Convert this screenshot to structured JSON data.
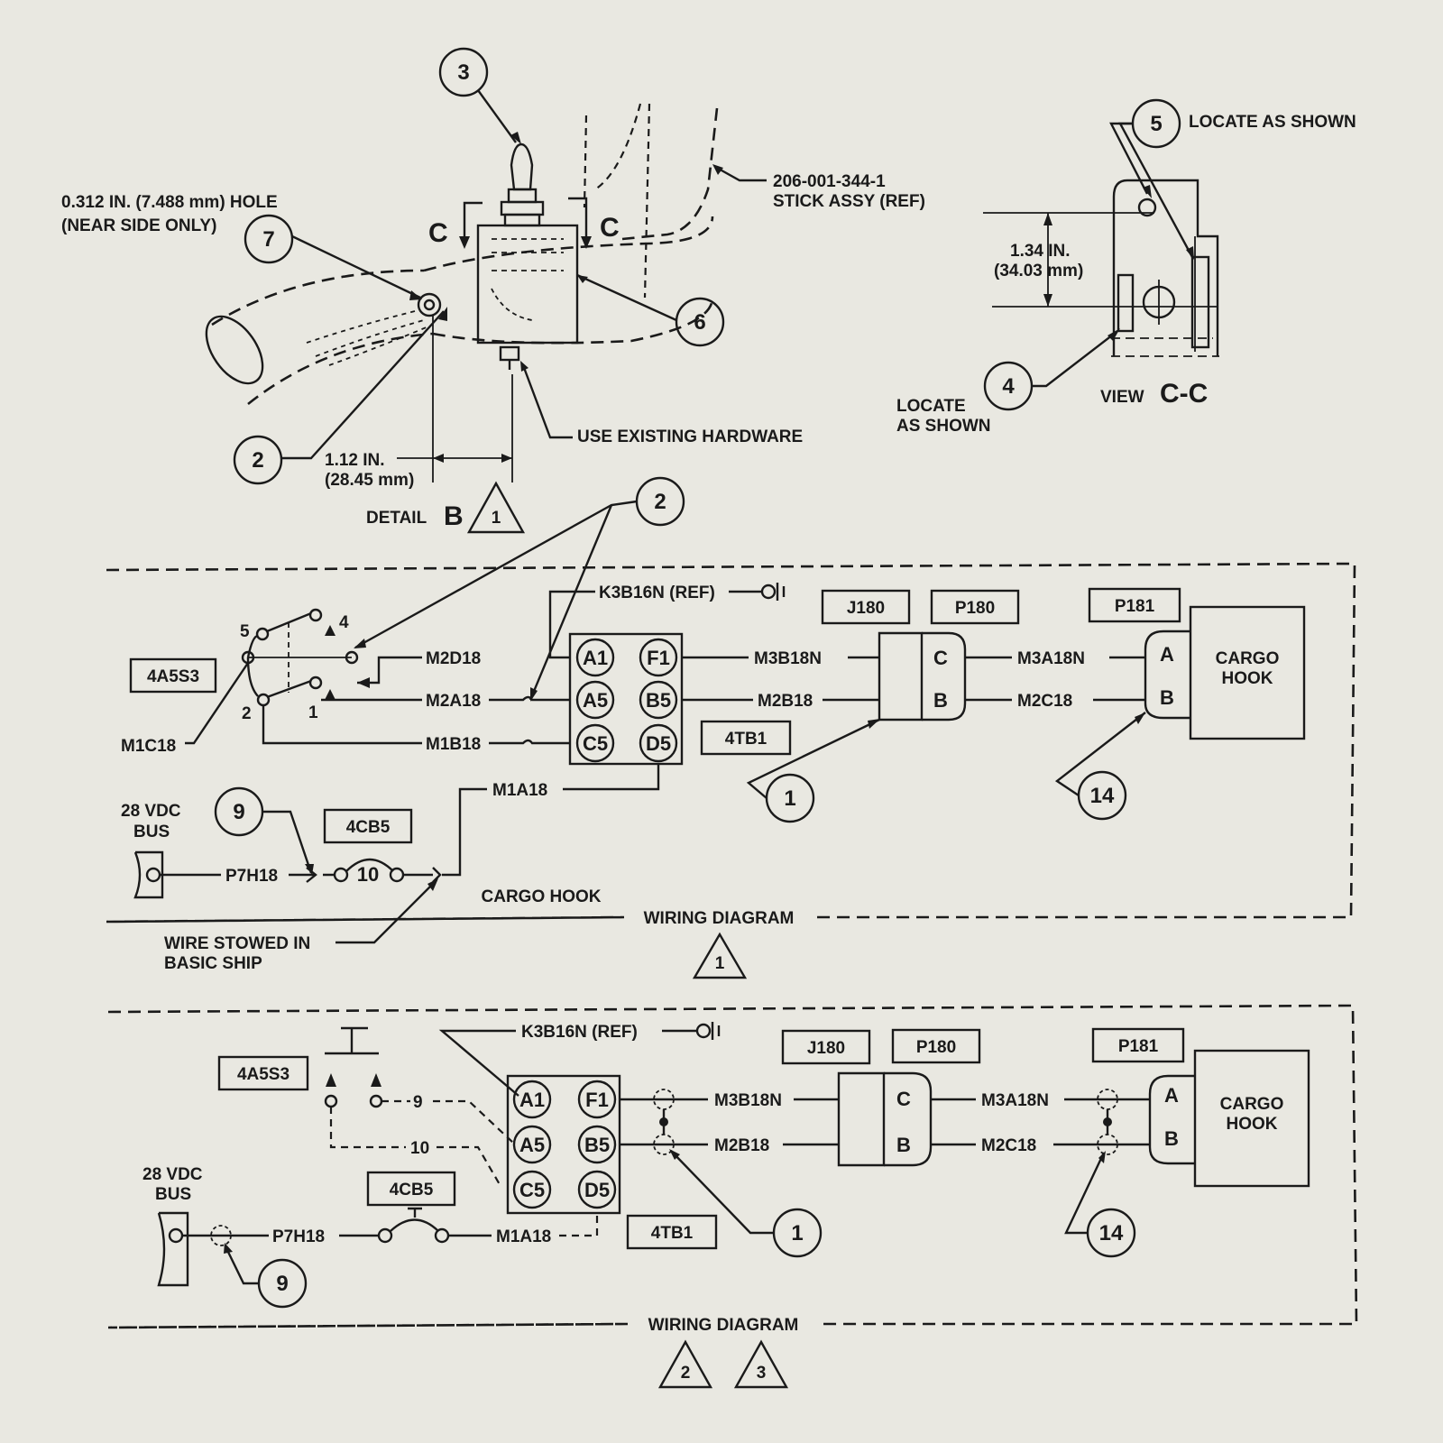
{
  "detail_b": {
    "hole_label_1": "0.312 IN. (7.488 mm) HOLE",
    "hole_label_2": "(NEAR SIDE ONLY)",
    "stick_part": "206-001-344-1",
    "stick_label": "STICK ASSY (REF)",
    "section_letter": "C",
    "hardware_label": "USE EXISTING HARDWARE",
    "dim_1": "1.12 IN.",
    "dim_2": "(28.45 mm)",
    "detail_label": "DETAIL",
    "detail_letter": "B",
    "callouts": {
      "c3": "3",
      "c7": "7",
      "c2": "2",
      "c6": "6"
    },
    "note_flag": "1"
  },
  "view_cc": {
    "locate_top": "LOCATE AS SHOWN",
    "dim_1": "1.34 IN.",
    "dim_2": "(34.03 mm)",
    "locate_bottom_1": "LOCATE",
    "locate_bottom_2": "AS SHOWN",
    "view_label": "VIEW",
    "view_letters": "C-C",
    "callouts": {
      "c5": "5",
      "c4": "4"
    }
  },
  "wiring_1": {
    "title": "WIRING DIAGRAM",
    "subtitle": "CARGO HOOK",
    "note_flag": "1",
    "switch_id": "4A5S3",
    "switch_pins": {
      "p5": "5",
      "p4": "4",
      "p2": "2",
      "p1": "1"
    },
    "wires": {
      "m2d18": "M2D18",
      "m2a18": "M2A18",
      "m1b18": "M1B18",
      "m1c18": "M1C18",
      "k3b16n": "K3B16N (REF)",
      "m3b18n": "M3B18N",
      "m2b18": "M2B18",
      "m3a18n": "M3A18N",
      "m2c18": "M2C18",
      "m1a18": "M1A18",
      "p7h18": "P7H18"
    },
    "terminal_block": "4TB1",
    "terminals": {
      "a1": "A1",
      "f1": "F1",
      "a5": "A5",
      "b5": "B5",
      "c5": "C5",
      "d5": "D5"
    },
    "connectors": {
      "j180": "J180",
      "p180": "P180",
      "p181": "P181",
      "pin_c": "C",
      "pin_b": "B",
      "pin_a": "A",
      "pin_b2": "B"
    },
    "cargo_hook_1": "CARGO",
    "cargo_hook_2": "HOOK",
    "bus_1": "28 VDC",
    "bus_2": "BUS",
    "breaker": "4CB5",
    "breaker_pin": "10",
    "stowed_1": "WIRE STOWED IN",
    "stowed_2": "BASIC SHIP",
    "callouts": {
      "c2": "2",
      "c1": "1",
      "c14": "14",
      "c9": "9"
    }
  },
  "wiring_2": {
    "title": "WIRING DIAGRAM",
    "note_flag_a": "2",
    "note_flag_b": "3",
    "switch_id": "4A5S3",
    "jumper_9": "9",
    "jumper_10": "10",
    "wires": {
      "k3b16n": "K3B16N (REF)",
      "m3b18n": "M3B18N",
      "m2b18": "M2B18",
      "m3a18n": "M3A18N",
      "m2c18": "M2C18",
      "m1a18": "M1A18",
      "p7h18": "P7H18"
    },
    "terminal_block": "4TB1",
    "terminals": {
      "a1": "A1",
      "f1": "F1",
      "a5": "A5",
      "b5": "B5",
      "c5": "C5",
      "d5": "D5"
    },
    "connectors": {
      "j180": "J180",
      "p180": "P180",
      "p181": "P181",
      "pin_c": "C",
      "pin_b": "B",
      "pin_a": "A",
      "pin_b2": "B"
    },
    "cargo_hook_1": "CARGO",
    "cargo_hook_2": "HOOK",
    "bus_1": "28 VDC",
    "bus_2": "BUS",
    "breaker": "4CB5",
    "callouts": {
      "c1": "1",
      "c14": "14",
      "c9": "9"
    }
  }
}
